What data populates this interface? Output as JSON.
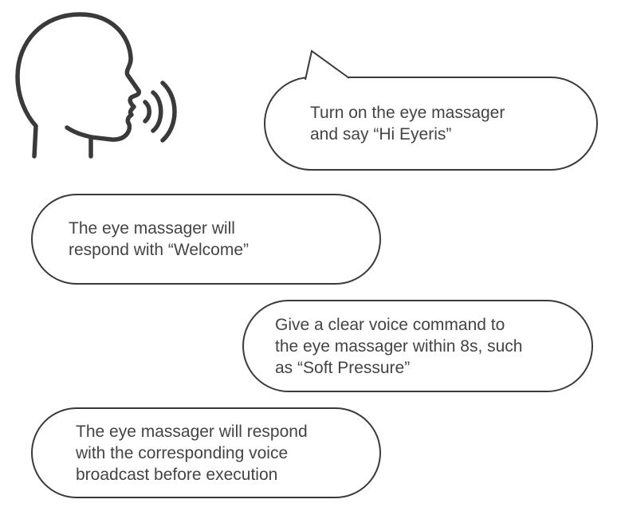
{
  "icons": {
    "speaker": "speaking-head-icon",
    "sound": "sound-waves-icon"
  },
  "colors": {
    "stroke": "#3a3a3a",
    "text": "#444444",
    "background": "#ffffff"
  },
  "steps": [
    {
      "text": "Turn on the eye massager\nand say “Hi Eyeris”"
    },
    {
      "text": "The eye massager will\nrespond with “Welcome”"
    },
    {
      "text": "Give a clear voice command to\nthe eye massager within 8s, such\nas “Soft Pressure”"
    },
    {
      "text": "The eye massager will respond\nwith the corresponding voice\nbroadcast before execution"
    }
  ]
}
